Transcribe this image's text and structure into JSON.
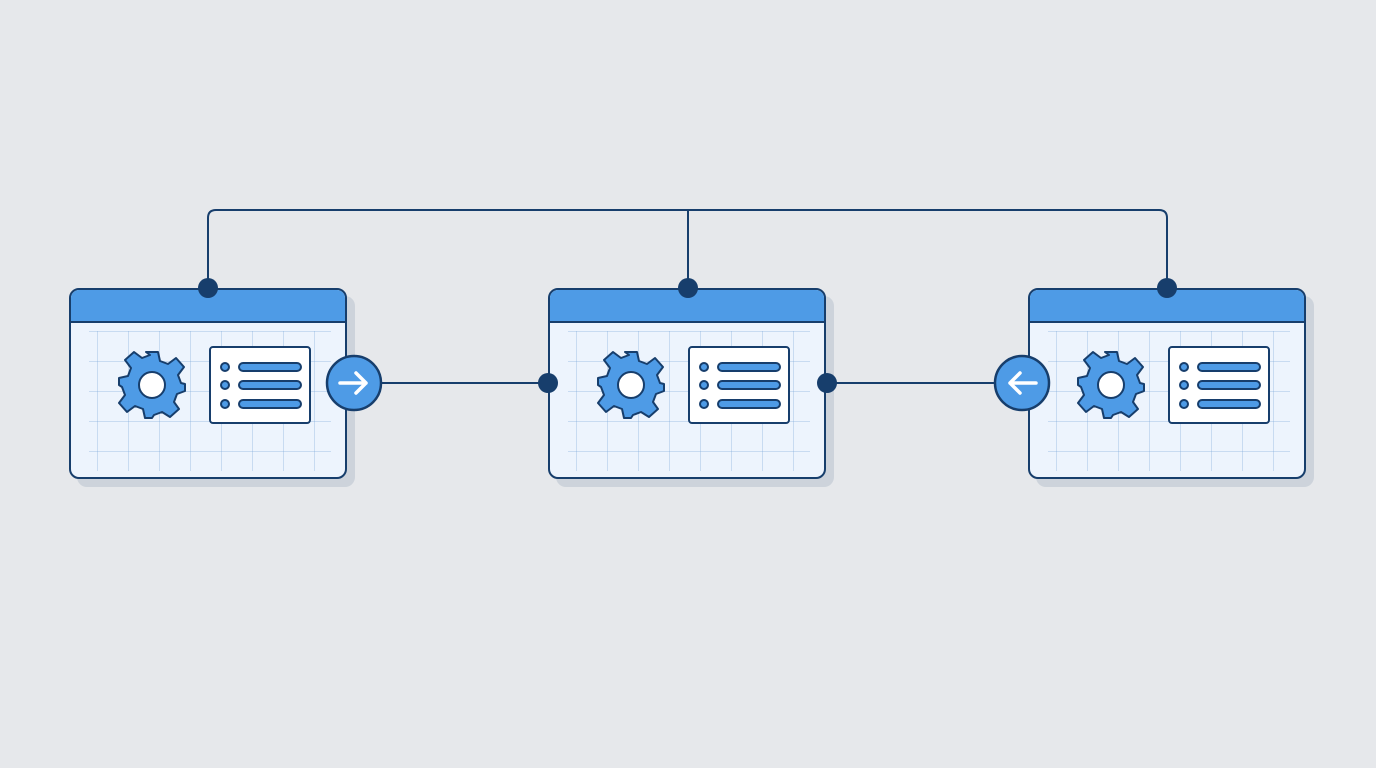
{
  "diagram": {
    "nodes": [
      {
        "id": "window-1",
        "icons": [
          "gear-icon",
          "list-icon"
        ],
        "list_items": 3
      },
      {
        "id": "window-2",
        "icons": [
          "gear-icon",
          "list-icon"
        ],
        "list_items": 3
      },
      {
        "id": "window-3",
        "icons": [
          "gear-icon",
          "list-icon"
        ],
        "list_items": 3
      }
    ],
    "controls": [
      {
        "icon": "arrow-right-icon",
        "attached_to": "window-1",
        "side": "right"
      },
      {
        "icon": "arrow-left-icon",
        "attached_to": "window-3",
        "side": "left"
      }
    ],
    "edges": [
      {
        "from": "window-1",
        "to": "window-2",
        "via": "top-bus"
      },
      {
        "from": "window-2",
        "to": "window-3",
        "via": "top-bus"
      },
      {
        "from": "window-1",
        "to": "window-2",
        "via": "direct"
      },
      {
        "from": "window-2",
        "to": "window-3",
        "via": "direct"
      }
    ]
  },
  "colors": {
    "background": "#e6e8eb",
    "outline": "#173e6c",
    "accent": "#4e9be6",
    "window_fill": "#edf4fd",
    "panel_fill": "#ffffff"
  }
}
